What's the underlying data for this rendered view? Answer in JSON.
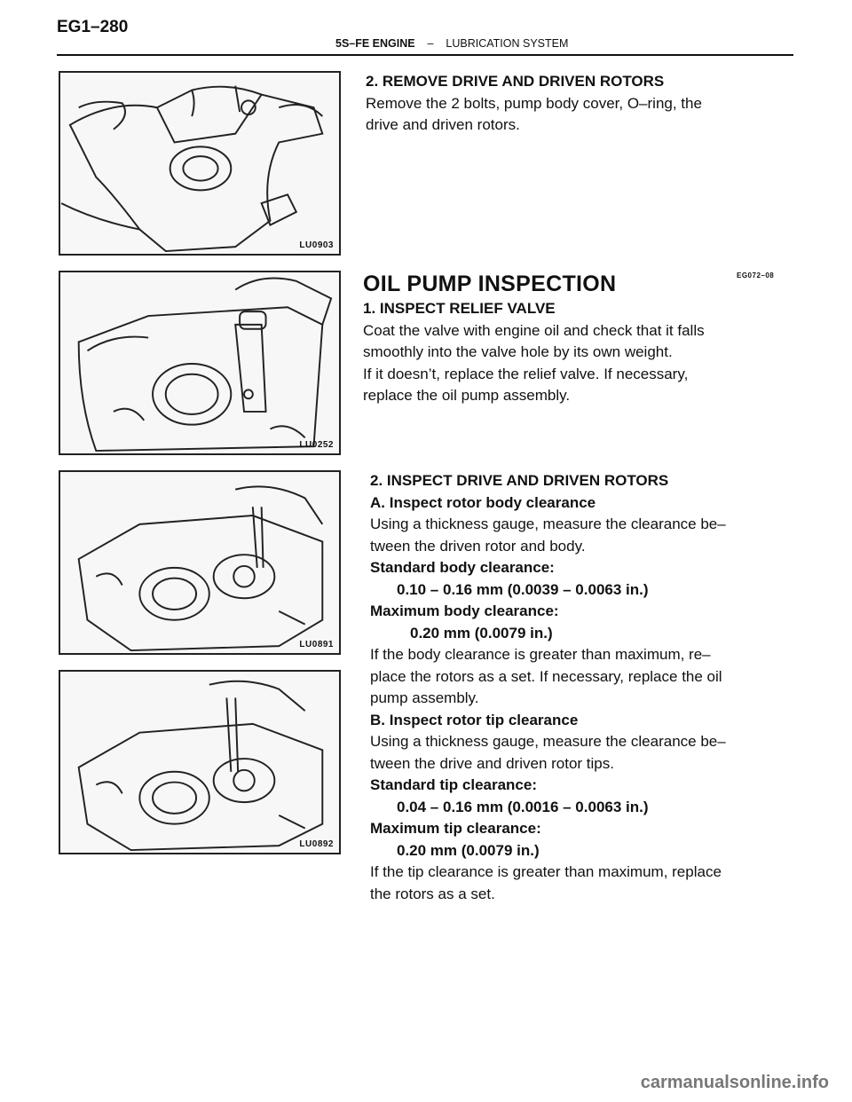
{
  "header": {
    "page_number": "EG1–280",
    "section": "5S–FE ENGINE",
    "separator": "–",
    "subsection": "LUBRICATION SYSTEM"
  },
  "figures": {
    "fig1_code": "LU0903",
    "fig2_code": "LU0252",
    "fig3_code": "LU0891",
    "fig4_code": "LU0892"
  },
  "remove_rotors": {
    "step_title": "2. REMOVE DRIVE AND DRIVEN ROTORS",
    "lines": [
      "Remove the 2 bolts, pump body cover, O–ring, the",
      "drive and driven rotors."
    ]
  },
  "inspection": {
    "title": "OIL PUMP INSPECTION",
    "ref_code": "EG072–08",
    "relief_valve": {
      "step_title": "1. INSPECT RELIEF VALVE",
      "lines": [
        "Coat the valve with engine oil and check that it falls",
        "smoothly into the valve hole by its own weight.",
        "If it doesn’t, replace the relief valve. If necessary,",
        "replace the oil pump assembly."
      ]
    },
    "rotors": {
      "step_title": "2. INSPECT DRIVE AND DRIVEN ROTORS",
      "a_title": "A. Inspect rotor body clearance",
      "a_lines": [
        "Using a thickness gauge, measure the clearance be–",
        "tween the driven rotor and body."
      ],
      "a_std_label": "Standard body clearance:",
      "a_std_value": "0.10 – 0.16 mm (0.0039 – 0.0063 in.)",
      "a_max_label": "Maximum body clearance:",
      "a_max_value": "0.20 mm (0.0079 in.)",
      "a_after_lines": [
        "If the body clearance is greater than maximum, re–",
        "place the rotors as a set. If necessary, replace the oil",
        "pump assembly."
      ],
      "b_title": "B. Inspect rotor tip clearance",
      "b_lines": [
        "Using a thickness gauge, measure the clearance be–",
        "tween the drive and driven rotor tips."
      ],
      "b_std_label": "Standard tip clearance:",
      "b_std_value": "0.04 – 0.16 mm (0.0016 – 0.0063 in.)",
      "b_max_label": "Maximum tip clearance:",
      "b_max_value": "0.20 mm (0.0079 in.)",
      "b_after_lines": [
        "If the tip clearance is greater than maximum, replace",
        "the rotors as a set."
      ]
    }
  },
  "footer": {
    "watermark": "carmanualsonline.info"
  }
}
